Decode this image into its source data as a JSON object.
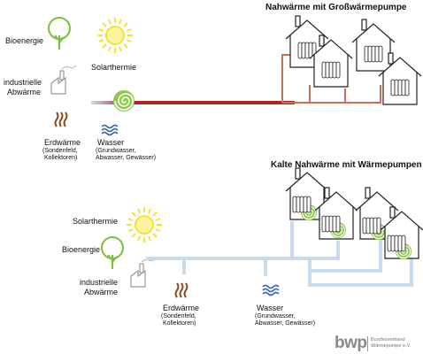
{
  "top": {
    "title": "Nahwärme mit Großwärmepumpe",
    "sources": {
      "bioenergie": "Bioenergie",
      "industrielle": "industrielle",
      "abwaerme": "Abwärme",
      "solarthermie": "Solarthermie",
      "erdwaerme": "Erdwärme",
      "erdwaerme_sub1": "(Sondenfeld,",
      "erdwaerme_sub2": "Kollektoren)",
      "wasser": "Wasser",
      "wasser_sub1": "(Grundwasser,",
      "wasser_sub2": "Abwasser, Gewässer)"
    }
  },
  "bottom": {
    "title": "Kalte Nahwärme mit Wärmepumpen",
    "sources": {
      "solarthermie": "Solarthermie",
      "bioenergie": "Bioenergie",
      "industrielle": "industrielle",
      "abwaerme": "Abwärme",
      "erdwaerme": "Erdwärme",
      "erdwaerme_sub1": "(Sondenfeld,",
      "erdwaerme_sub2": "Kollektoren)",
      "wasser": "Wasser",
      "wasser_sub1": "(Grundwasser,",
      "wasser_sub2": "Abwasser, Gewässer)"
    }
  },
  "logo": {
    "mark": "bwp",
    "line1": "Bundesverband",
    "line2": "Wärmepumpe e.V."
  },
  "colors": {
    "warm_pipe": "#a8281e",
    "cold_pipe": "#c6dcee",
    "tree": "#7bbf3e",
    "sun": "#f2e23a",
    "water": "#3a63b4",
    "earth": "#8a4a1e",
    "house_pipe": "#c9705a"
  }
}
